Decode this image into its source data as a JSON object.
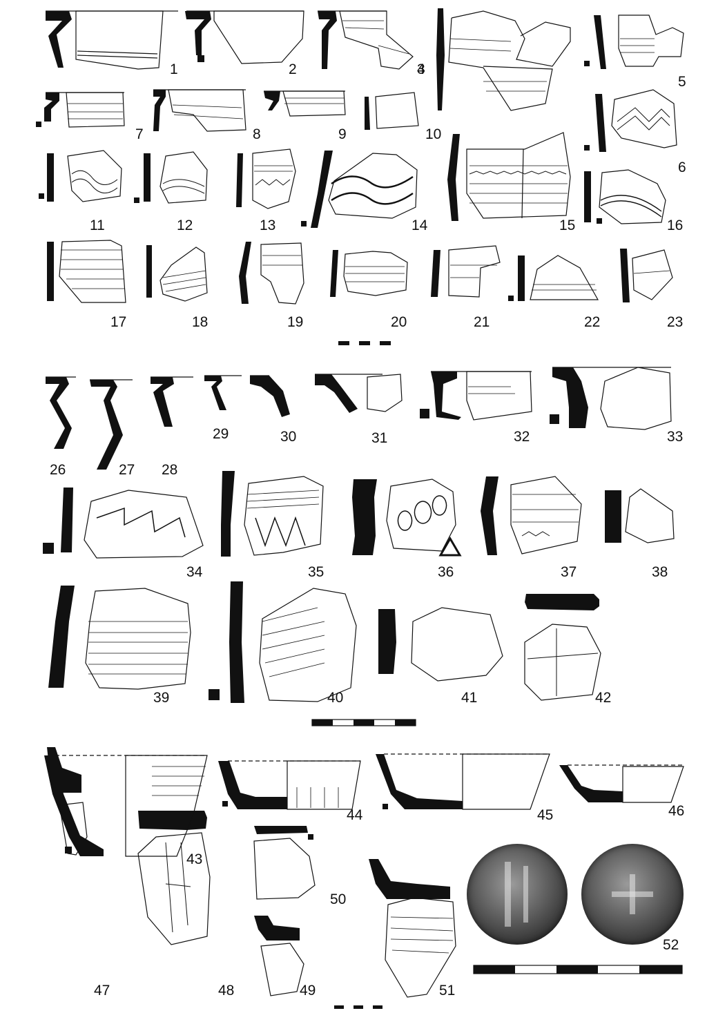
{
  "plate": {
    "figure_numbers": [
      "1",
      "2",
      "3",
      "4",
      "5",
      "6",
      "7",
      "8",
      "9",
      "10",
      "11",
      "12",
      "13",
      "14",
      "15",
      "16",
      "17",
      "18",
      "19",
      "20",
      "21",
      "22",
      "23",
      "26",
      "27",
      "28",
      "29",
      "30",
      "31",
      "32",
      "33",
      "34",
      "35",
      "36",
      "37",
      "38",
      "39",
      "40",
      "41",
      "42",
      "43",
      "44",
      "45",
      "46",
      "47",
      "48",
      "49",
      "50",
      "51",
      "52"
    ]
  },
  "colors": {
    "ink": "#111111",
    "paper": "#ffffff",
    "coin": "#5c5c5c"
  }
}
